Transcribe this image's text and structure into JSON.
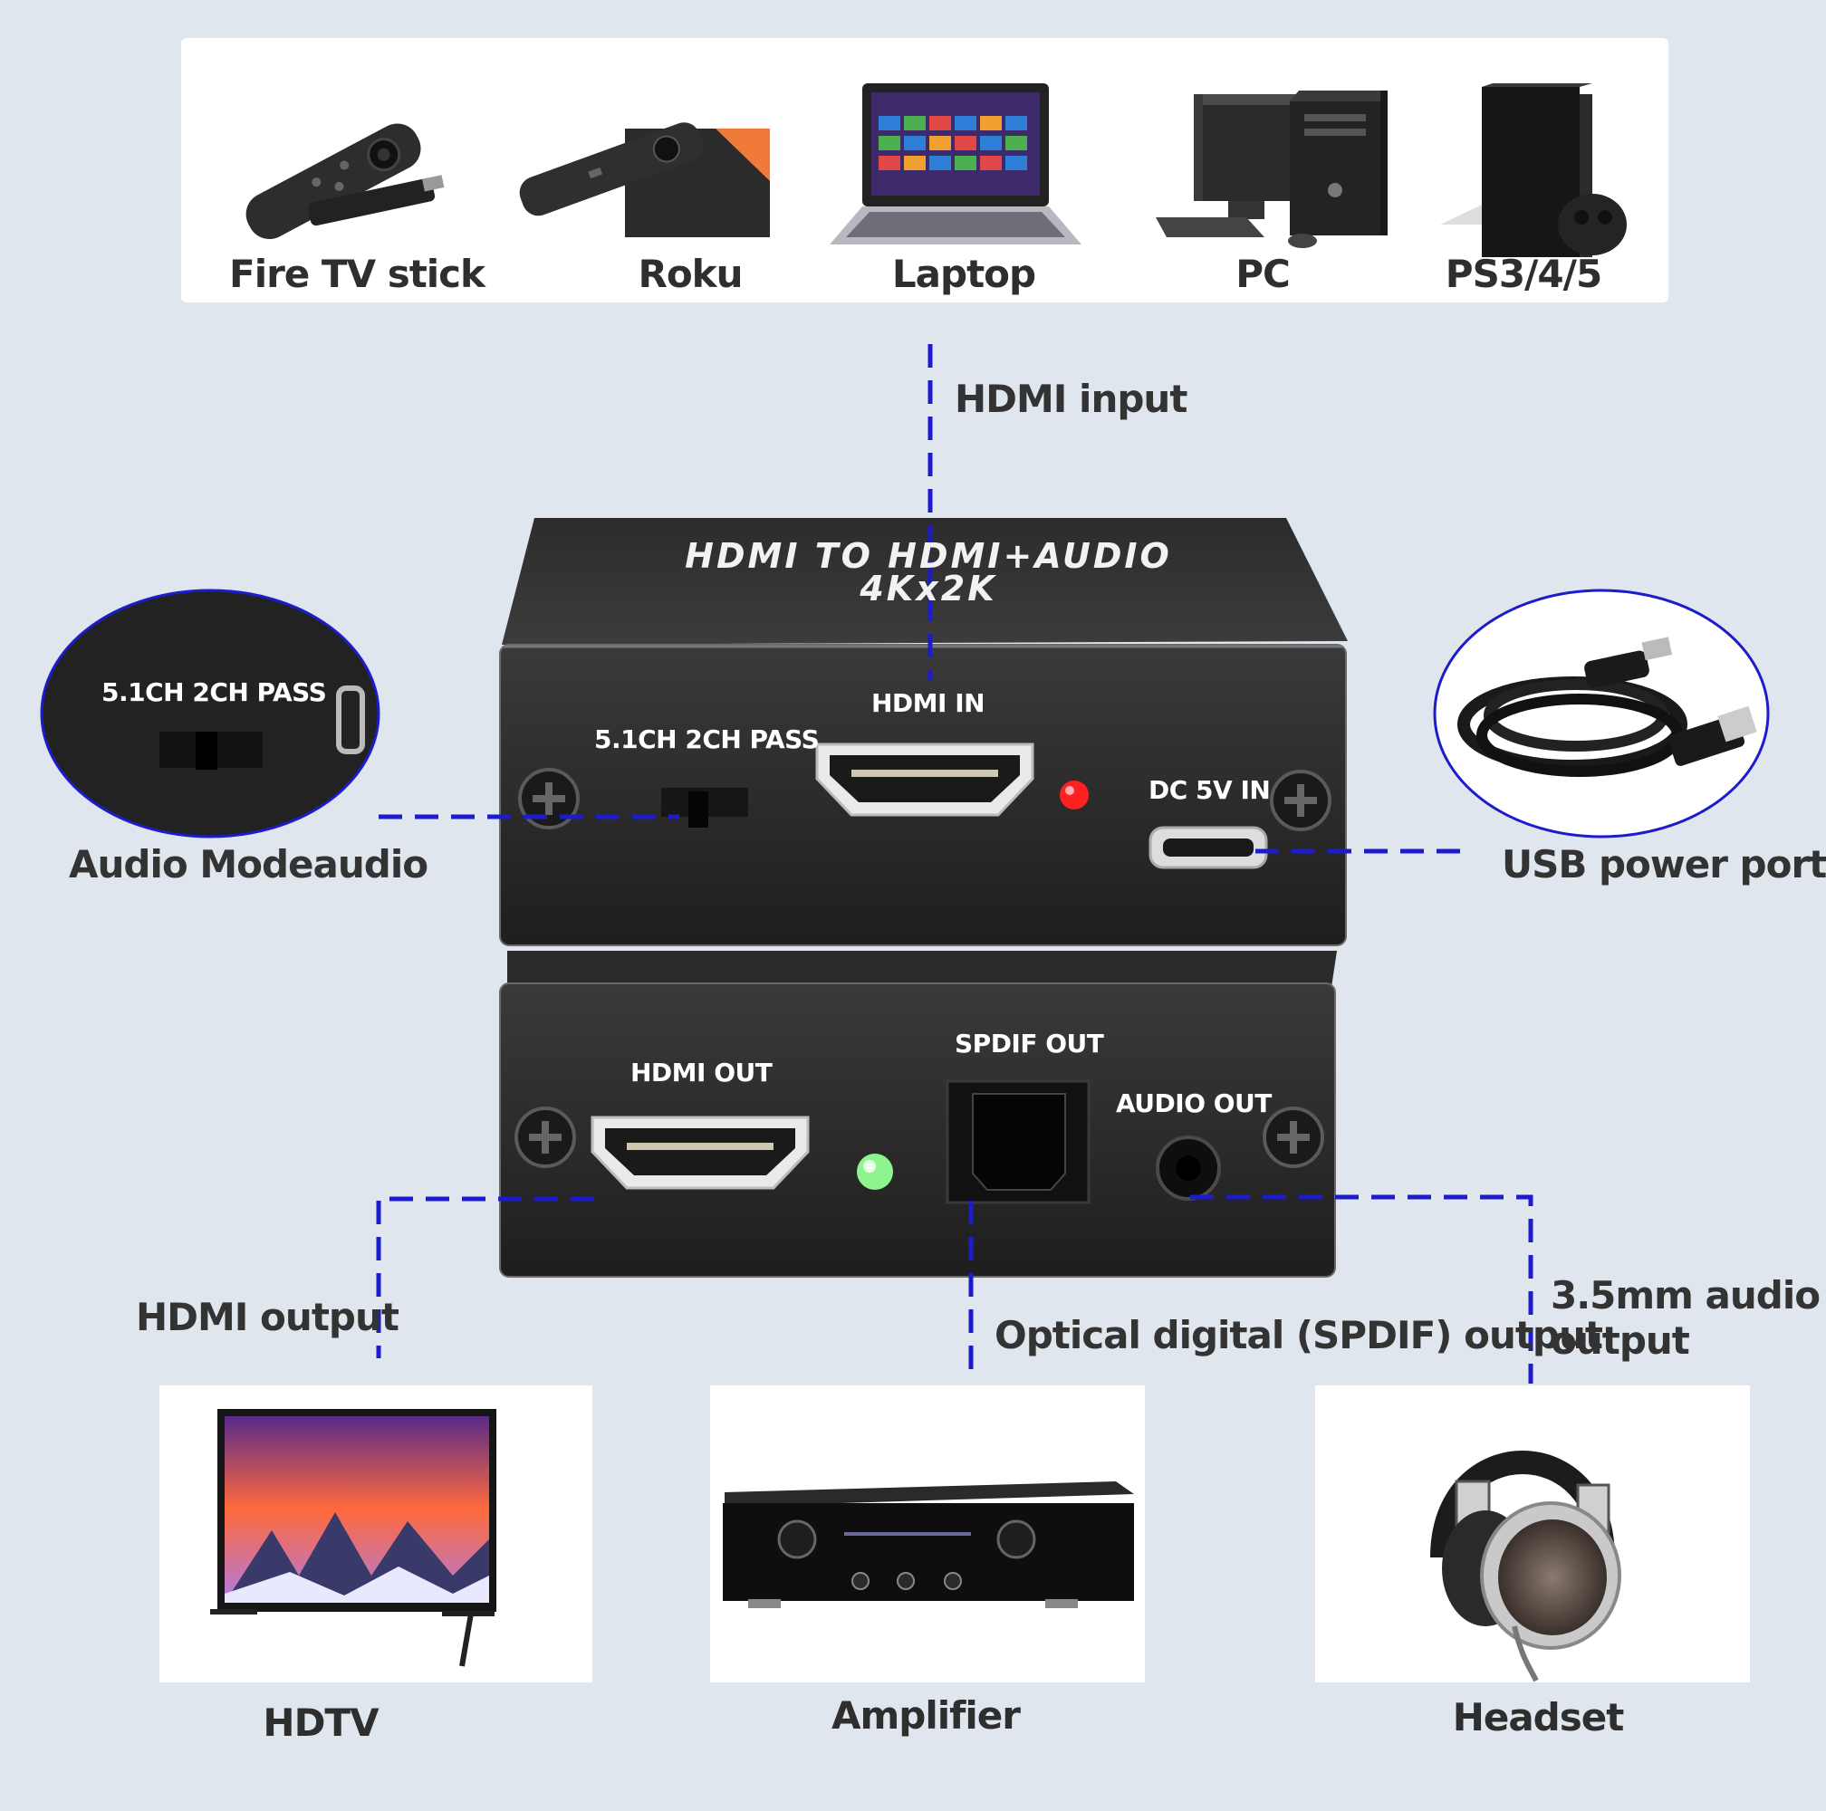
{
  "sources": [
    {
      "label": "Fire TV stick",
      "icon": "fire-tv-stick-icon"
    },
    {
      "label": "Roku",
      "icon": "roku-box-icon"
    },
    {
      "label": "Laptop",
      "icon": "laptop-icon"
    },
    {
      "label": "PC",
      "icon": "desktop-pc-icon"
    },
    {
      "label": "PS3/4/5",
      "icon": "game-console-icon"
    }
  ],
  "device": {
    "title_line1": "HDMI TO HDMI+AUDIO",
    "title_line2": "4Kx2K",
    "front": {
      "switch_label": "5.1CH 2CH PASS",
      "hdmi_in_label": "HDMI IN",
      "dc_label": "DC 5V IN"
    },
    "back": {
      "hdmi_out_label": "HDMI OUT",
      "spdif_label": "SPDIF OUT",
      "audio_out_label": "AUDIO OUT"
    }
  },
  "callouts": {
    "hdmi_input": "HDMI input",
    "audio_mode": "Audio Modeaudio",
    "zoom_switch_label": "5.1CH 2CH PASS",
    "usb_power": "USB power port",
    "hdmi_output": "HDMI output",
    "optical_output": "Optical digital (SPDIF) output",
    "audio_35mm_line1": "3.5mm audio",
    "audio_35mm_line2": "output"
  },
  "outputs": [
    {
      "label": "HDTV",
      "icon": "hdtv-icon"
    },
    {
      "label": "Amplifier",
      "icon": "amplifier-icon"
    },
    {
      "label": "Headset",
      "icon": "headphones-icon"
    }
  ],
  "colors": {
    "background": "#dfe6ee",
    "connector_line": "#1c1ccc",
    "device_body": "#2a2a2a",
    "led_red": "#ff2020",
    "led_green": "#8ef58e"
  }
}
